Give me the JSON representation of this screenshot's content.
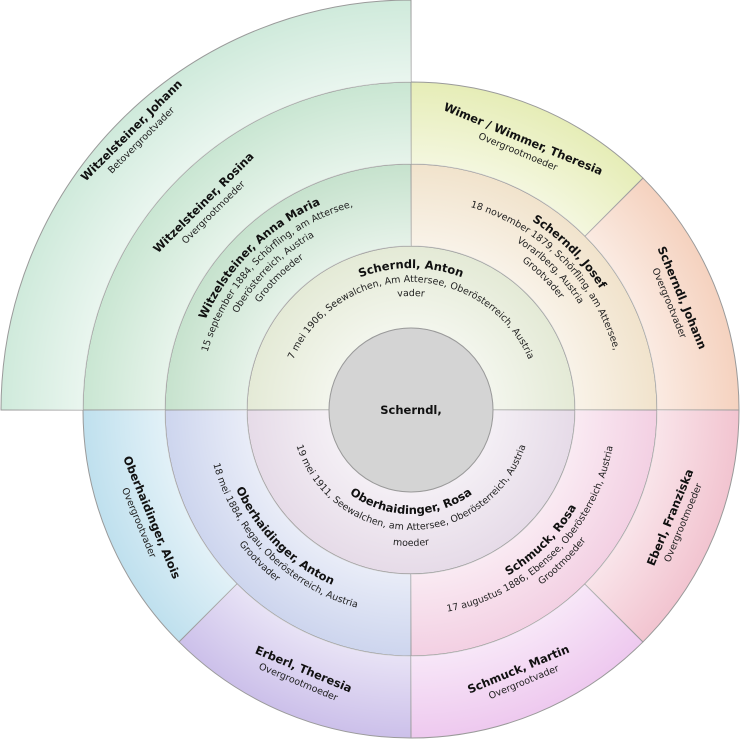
{
  "root": {
    "name": "Scherndl,",
    "color": "#d4d4d4"
  },
  "people": [
    {
      "id": "father",
      "name": "Scherndl, Anton",
      "details": [
        "7 mei 1906, Seewalchen, Am Attersee, Oberösterreich, Austria",
        "vader"
      ],
      "color": "#e4ead6"
    },
    {
      "id": "mother",
      "name": "Oberhaidinger, Rosa",
      "details": [
        "19 mei 1911, Seewalchen, am Attersee, Oberösterreich, Austria",
        "moeder"
      ],
      "color": "#e6dbe8"
    },
    {
      "id": "ff",
      "name": "Scherndl, Josef",
      "details": [
        "18 november 1879, Schörfling, am Attersee,",
        "Vorarlberg, Austria",
        "Grootvader"
      ],
      "color": "#f1e3cc"
    },
    {
      "id": "fm",
      "name": "Witzelsteiner, Anna Maria",
      "details": [
        "15 september 1884, Schörfling, am Attersee,",
        "Oberösterreich, Austria",
        "Grootmoeder"
      ],
      "color": "#c6e2cd"
    },
    {
      "id": "mf",
      "name": "Oberhaidinger, Anton",
      "details": [
        "18 mei 1884, Regau, Oberösterreich, Austria",
        "Grootvader"
      ],
      "color": "#cdd5ee"
    },
    {
      "id": "mm",
      "name": "Schmuck, Rosa",
      "details": [
        "17 augustus 1886, Ebensee, Oberösterreich, Austria",
        "Grootmoeder"
      ],
      "color": "#f3d0e3"
    },
    {
      "id": "fff",
      "name": "Scherndl, Johann",
      "details": [
        "Overgrootvader"
      ],
      "color": "#f5d2bf"
    },
    {
      "id": "ffm",
      "name": "Wimer / Wimmer, Theresia",
      "details": [
        "Overgrootmoeder"
      ],
      "color": "#e6edb7"
    },
    {
      "id": "fmm",
      "name": "Witzelsteiner, Rosina",
      "details": [
        "Overgrootmoeder"
      ],
      "color": "#c9e6d2"
    },
    {
      "id": "mff",
      "name": "Oberhaidinger, Alois",
      "details": [
        "Overgrootvader"
      ],
      "color": "#bfe0ee"
    },
    {
      "id": "mfm",
      "name": "Erberl, Theresia",
      "details": [
        "Overgrootmoeder"
      ],
      "color": "#ccc0ea"
    },
    {
      "id": "mmf",
      "name": "Schmuck, Martin",
      "details": [
        "Overgrootvader"
      ],
      "color": "#eec9ef"
    },
    {
      "id": "mmm",
      "name": "Eberl, Franziska",
      "details": [
        "Overgrootmoeder"
      ],
      "color": "#f2c4d0"
    },
    {
      "id": "fmmf",
      "name": "Witzelsteiner, Johann",
      "details": [
        "Betovergrootvader"
      ],
      "color": "#cfeadb"
    }
  ]
}
